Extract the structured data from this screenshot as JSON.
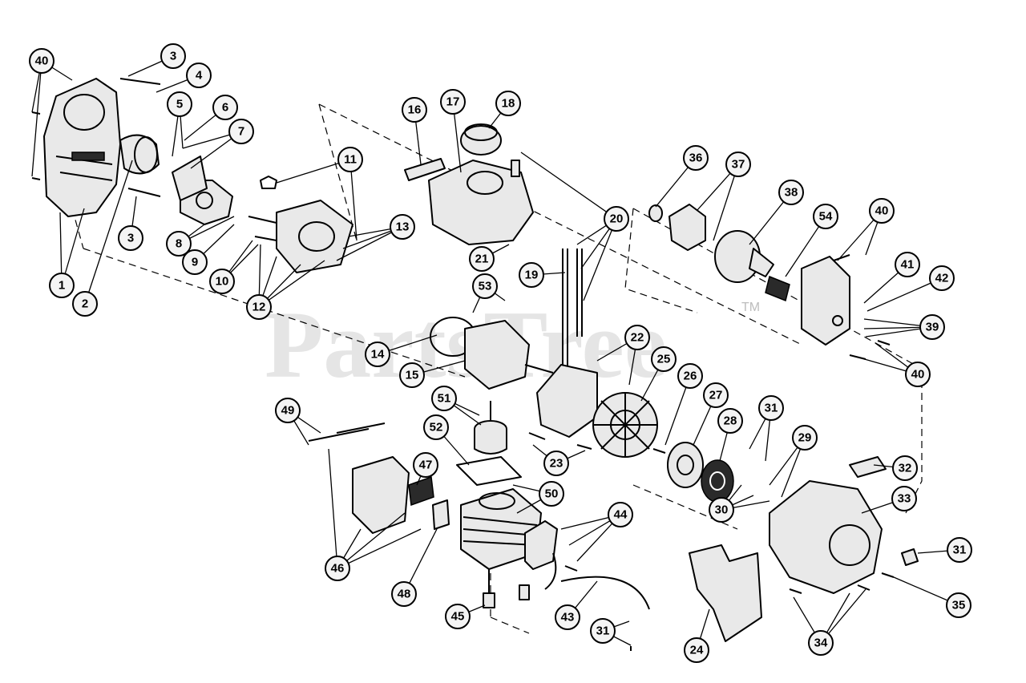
{
  "watermark": {
    "brand": "PartsTree",
    "trademark": "TM"
  },
  "callouts": [
    "40",
    "3",
    "4",
    "5",
    "6",
    "7",
    "11",
    "16",
    "17",
    "18",
    "36",
    "37",
    "38",
    "54",
    "40",
    "41",
    "42",
    "39",
    "40",
    "20",
    "13",
    "1",
    "2",
    "3",
    "8",
    "9",
    "10",
    "12",
    "21",
    "19",
    "53",
    "14",
    "15",
    "22",
    "25",
    "26",
    "27",
    "31",
    "28",
    "29",
    "51",
    "52",
    "23",
    "49",
    "47",
    "50",
    "32",
    "33",
    "30",
    "44",
    "31",
    "46",
    "48",
    "45",
    "43",
    "31",
    "24",
    "34",
    "35"
  ]
}
